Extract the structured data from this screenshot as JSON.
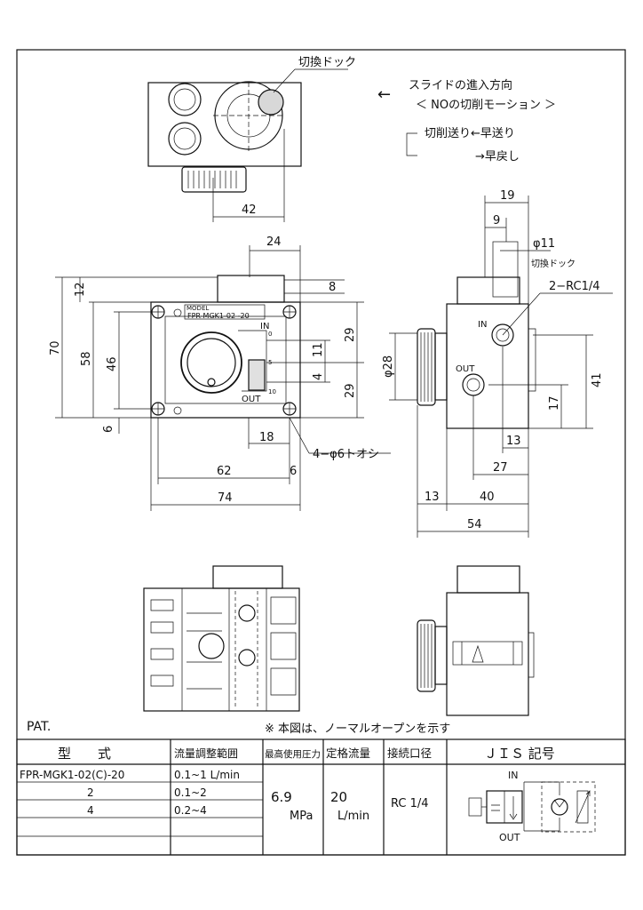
{
  "top_view": {
    "dog_label": "切換ドック",
    "dim_width": "42",
    "arrow_symbol": "←",
    "direction_line1": "スライドの進入方向",
    "direction_line2": "＜ NOの切削モーション ＞",
    "cut_feed": "切削送り←早送り",
    "rapid_return": "→早戻し"
  },
  "front_view": {
    "model_label": "MODEL",
    "model_value": "FPR-MGK1-02 -20",
    "in_label": "IN",
    "out_label": "OUT",
    "scale_0": "0",
    "scale_5": "5",
    "scale_10": "10",
    "dim_24": "24",
    "dim_8": "8",
    "dim_12": "12",
    "dim_70": "70",
    "dim_58": "58",
    "dim_46": "46",
    "dim_6_left": "6",
    "dim_29_top": "29",
    "dim_11": "11",
    "dim_4": "4",
    "dim_29_bottom": "29",
    "dim_18": "18",
    "dim_62": "62",
    "dim_6_right": "6",
    "dim_74": "74",
    "holes_note": "4−φ6トオシ"
  },
  "side_view": {
    "dim_19": "19",
    "dim_9": "9",
    "dim_phi11": "φ11",
    "dog_label": "切換ドック",
    "port_note": "2−RC1/4",
    "in_label": "IN",
    "out_label": "OUT",
    "dim_phi28": "φ28",
    "dim_41": "41",
    "dim_17": "17",
    "dim_13_right": "13",
    "dim_27": "27",
    "dim_13_left": "13",
    "dim_40": "40",
    "dim_54": "54"
  },
  "notes": {
    "pat": "PAT.",
    "normal_open": "※ 本図は、ノーマルオープンを示す"
  },
  "table": {
    "headers": [
      "型　　式",
      "流量調整範囲",
      "最高使用圧力",
      "定格流量",
      "接続口径",
      "ＪＩＳ 記号"
    ],
    "rows": [
      {
        "model": "FPR-MGK1-02(C)-20",
        "range": "0.1~1 L/min"
      },
      {
        "model": "2",
        "range": "0.1~2"
      },
      {
        "model": "4",
        "range": "0.2~4"
      }
    ],
    "pressure_value": "6.9",
    "pressure_unit": "MPa",
    "flow_value": "20",
    "flow_unit": "L/min",
    "port_size": "RC 1/4",
    "jis_in": "IN",
    "jis_out": "OUT"
  }
}
